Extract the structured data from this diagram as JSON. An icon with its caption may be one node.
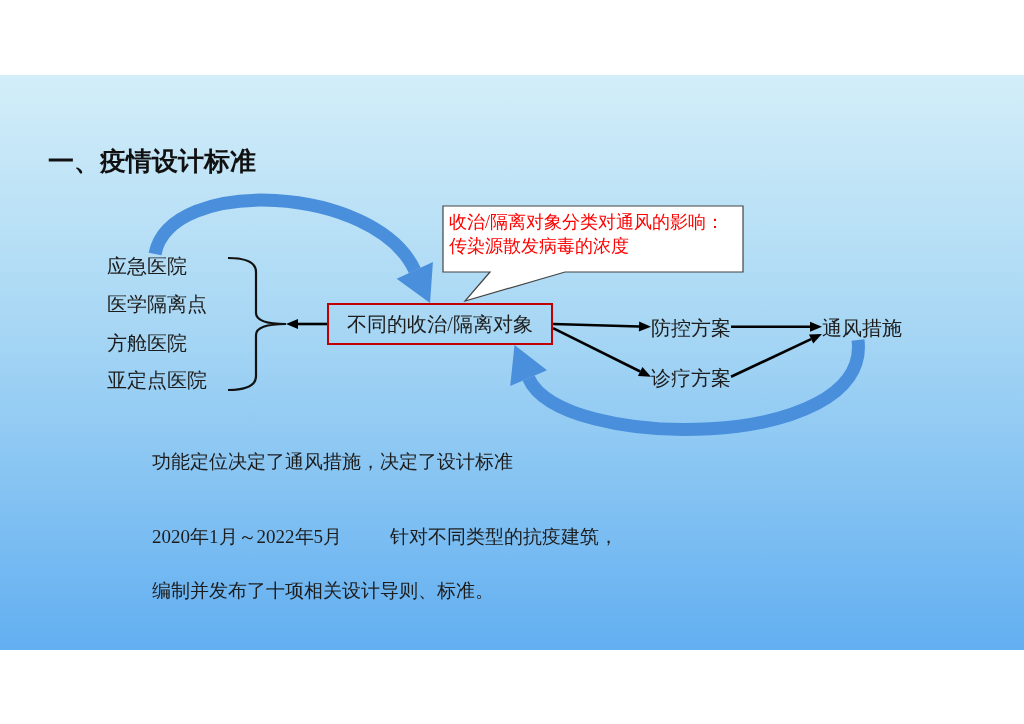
{
  "diagram": {
    "title": "一、疫情设计标准",
    "nodes": [
      {
        "text": [
          "收治/隔离对象分类对通风的影响：",
          "传染源散发病毒的浓度"
        ]
      },
      {
        "text": [
          "应急医院"
        ]
      },
      {
        "text": [
          "医学隔离点"
        ]
      },
      {
        "text": [
          "方舱医院"
        ]
      },
      {
        "text": [
          "亚定点医院"
        ]
      },
      {
        "text": [],
        "shape": "bracket"
      },
      {
        "text": [
          "不同的收治/隔离对象"
        ]
      },
      {
        "text": [
          "防控方案"
        ]
      },
      {
        "text": [
          "诊疗方案"
        ]
      },
      {
        "text": [
          "通风措施"
        ]
      }
    ],
    "edges": [
      {
        "from": 6,
        "to": 5,
        "arrow": "to"
      },
      {
        "from": 6,
        "to": 7,
        "arrow": "to"
      },
      {
        "from": 6,
        "to": 8,
        "arrow": "to"
      },
      {
        "from": 7,
        "to": 9,
        "arrow": "to"
      },
      {
        "from": 8,
        "to": 9,
        "arrow": "to"
      },
      {
        "from": 1,
        "to": 6,
        "arrow": "to",
        "style": "thick",
        "color": "#4a8fdc"
      },
      {
        "from": 9,
        "to": 6,
        "arrow": "to",
        "style": "thick",
        "color": "#4a8fdc"
      }
    ],
    "labels": [
      "功能定位决定了通风措施，决定了设计标准",
      "2020年1月～2022年5月",
      "针对不同类型的抗疫建筑，",
      "编制并发布了十项相关设计导则、标准。"
    ]
  }
}
